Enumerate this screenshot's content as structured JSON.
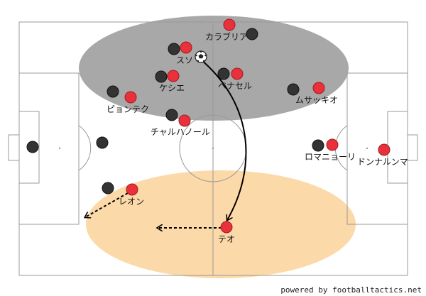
{
  "colors": {
    "pitch_line": "#999999",
    "zone_upper": "#a8a8a8",
    "zone_lower": "#fcd9a8",
    "team_red": "#e8313a",
    "team_dark": "#333333",
    "arrow": "#000000"
  },
  "ball": {
    "icon": "soccer-ball-icon"
  },
  "players_red": [
    {
      "id": "karaburia",
      "label": "カラブリア"
    },
    {
      "id": "son",
      "label": "スソ"
    },
    {
      "id": "kessie",
      "label": "ケシエ"
    },
    {
      "id": "bennacer",
      "label": "ベナセル"
    },
    {
      "id": "musacchio",
      "label": "ムサッキオ"
    },
    {
      "id": "piontek",
      "label": "ピョンテク"
    },
    {
      "id": "calhanoglu",
      "label": "チャルハノール"
    },
    {
      "id": "romagnoli",
      "label": "ロマニョーリ"
    },
    {
      "id": "donnarumma",
      "label": "ドンナルンマ"
    },
    {
      "id": "leon",
      "label": "レオン"
    },
    {
      "id": "theo",
      "label": "テオ"
    }
  ],
  "players_dark_count": 11,
  "footer": {
    "credit": "powered by footballtactics.net"
  }
}
